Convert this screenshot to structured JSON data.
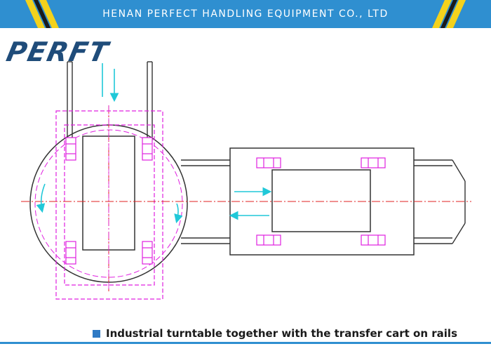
{
  "header": {
    "company_name": "HENAN PERFECT HANDLING EQUIPMENT CO., LTD",
    "bar_color": "#2f8fd0",
    "stripe_colors": [
      "#f4d21c",
      "#1a1a1a"
    ]
  },
  "logo": {
    "text": "PERFT",
    "color": "#1f4c7a"
  },
  "diagram": {
    "line_color": "#333333",
    "turntable_outline_color": "#e020e0",
    "centerline_color": "#e02020",
    "arrow_color": "#20c8d8"
  },
  "caption": {
    "text": "Industrial turntable together with the transfer cart on rails",
    "bullet_color": "#2f7ac4"
  }
}
